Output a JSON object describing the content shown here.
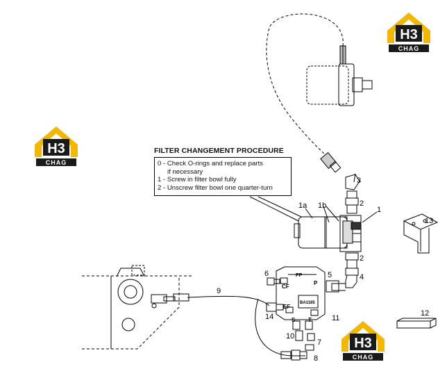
{
  "procedure": {
    "title": "FILTER CHANGEMENT PROCEDURE",
    "steps": [
      "0 - Check O-rings and replace parts",
      "if necessary",
      "1 - Screw in filter bowl fully",
      "2 - Unscrew filter bowl one quarter-turn"
    ]
  },
  "callouts": {
    "c1": "1",
    "c1a": "1a",
    "c1b": "1b",
    "c2a": "2",
    "c2b": "2",
    "c3": "3",
    "c4": "4",
    "c5": "5",
    "c6": "6",
    "c7": "7",
    "c8": "8",
    "c9": "9",
    "c10": "10",
    "c11": "11",
    "c12": "12",
    "c13": "13",
    "c14": "14"
  },
  "logos": {
    "brand_mark": "H3",
    "brand_name": "CHAG",
    "brand_color": "#f2b705"
  },
  "block_labels": {
    "cf": "CF",
    "p": "P",
    "ef": "EF",
    "s": "S",
    "t": "T",
    "pp": "PP",
    "tag": "BA1185"
  },
  "colors": {
    "line": "#000000",
    "logo_dark": "#1a1a1a",
    "logo_accent": "#f2b705"
  }
}
